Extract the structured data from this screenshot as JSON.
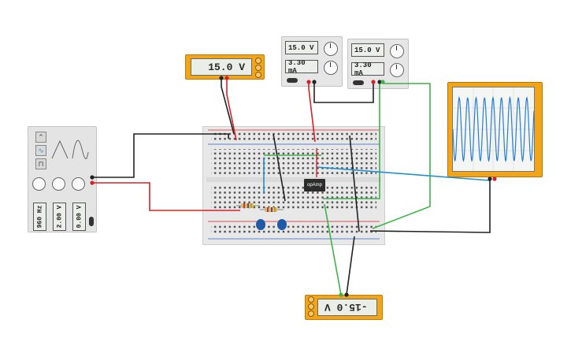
{
  "top_multimeter": {
    "reading": "15.0 V"
  },
  "bottom_multimeter": {
    "reading": "-15.0 V"
  },
  "power_supply_left": {
    "voltage": "15.0 V",
    "current": "3.30 mA"
  },
  "power_supply_right": {
    "voltage": "15.0 V",
    "current": "3.30 mA"
  },
  "function_generator": {
    "frequency": "960 Hz",
    "amplitude": "2.00 V",
    "offset": "0.00 V"
  },
  "chip": {
    "label": "opAmp"
  },
  "colors": {
    "wire_red": "#d2232a",
    "wire_black": "#222222",
    "wire_green": "#3db34a",
    "wire_blue": "#1f8fd0",
    "trace": "#2b7bd1",
    "meter_body": "#f2a518"
  },
  "icons": [
    "sine-wave-icon",
    "triangle-wave-icon",
    "square-wave-icon",
    "knob-icon",
    "power-button-icon"
  ]
}
